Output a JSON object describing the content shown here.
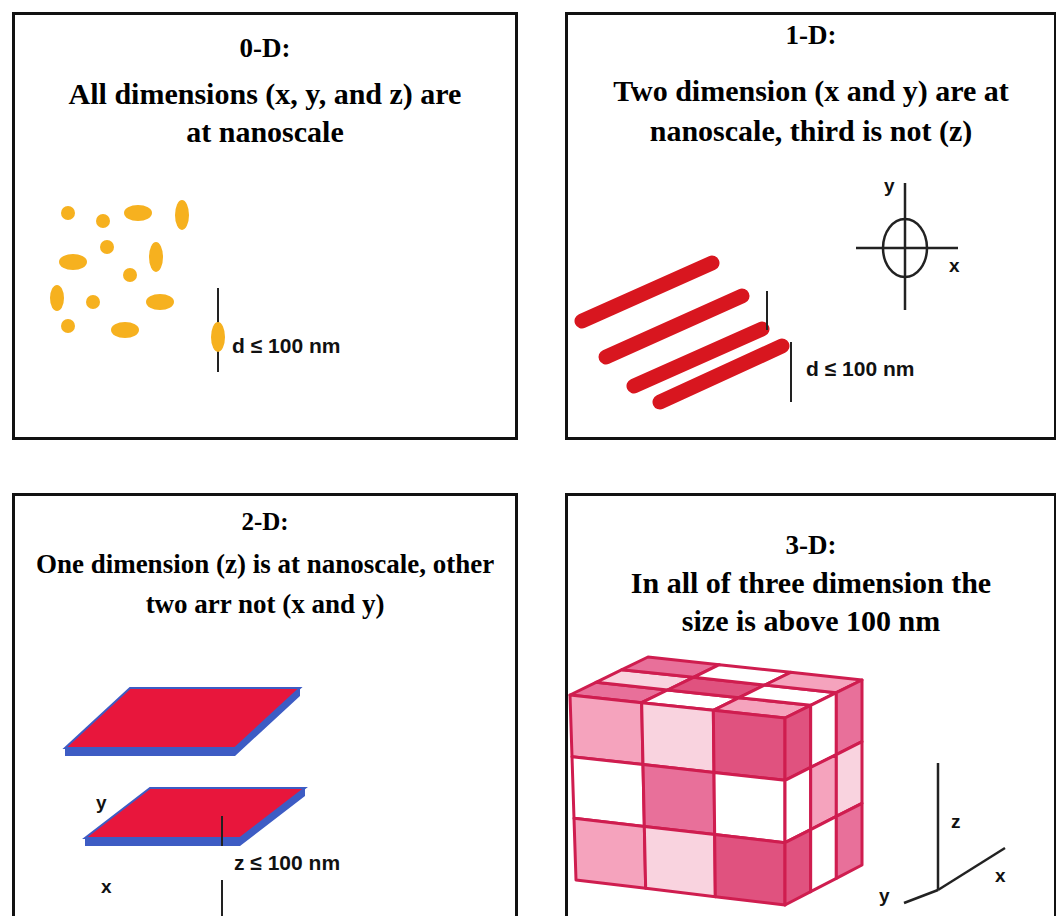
{
  "diagram": {
    "nodes": [
      {
        "text": [
          "0-D:",
          "All dimensions (x, y, and z) are at nanoscale"
        ]
      },
      {
        "text": [
          "1-D:",
          "Two dimension (x and y) are at nanoscale, third is not (z)"
        ]
      },
      {
        "text": [
          "2-D:",
          "One dimension (z) is at nanoscale, other two arr not (x and y)"
        ]
      },
      {
        "text": [
          "3-D:",
          "In all of three dimension the size is above 100 nm"
        ]
      }
    ],
    "labels": [
      "d ≤ 100 nm",
      "y",
      "x",
      "d ≤ 100 nm",
      "y",
      "x",
      "z ≤ 100 nm",
      "z",
      "x",
      "y"
    ]
  }
}
